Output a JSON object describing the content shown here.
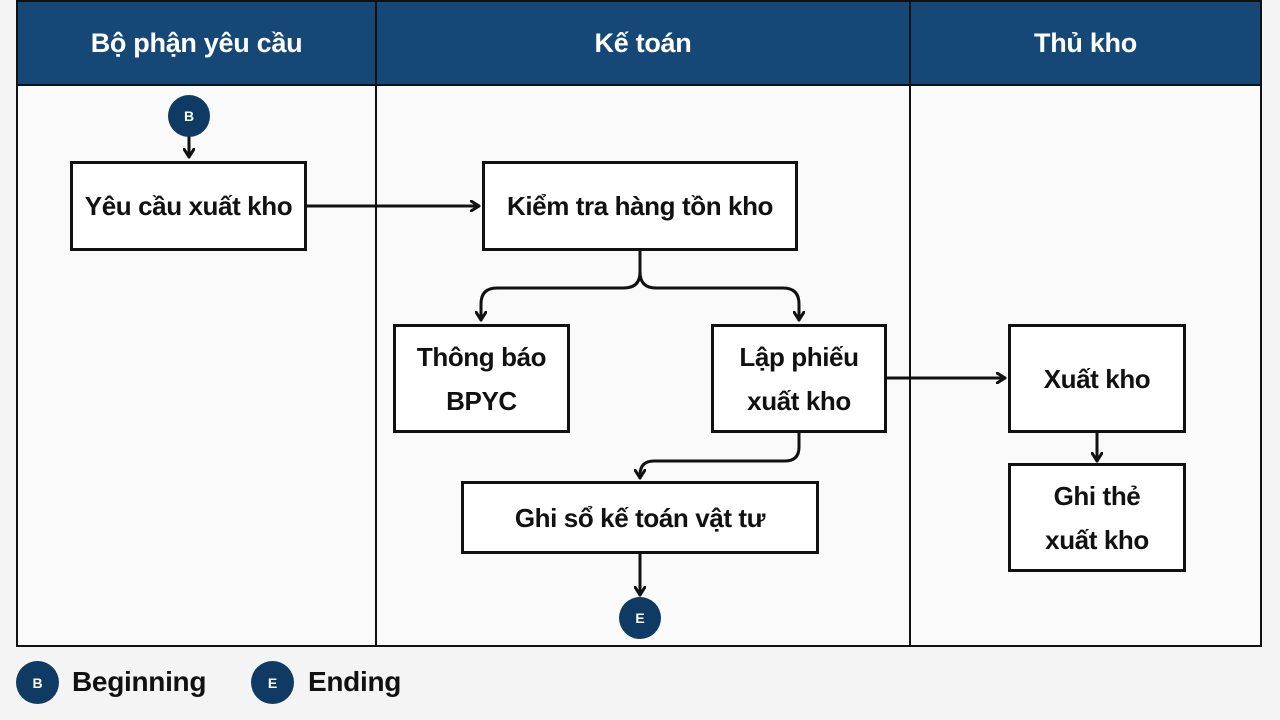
{
  "lanes": [
    {
      "title": "Bộ phận yêu cầu"
    },
    {
      "title": "Kế toán"
    },
    {
      "title": "Thủ kho"
    }
  ],
  "nodes": {
    "start": "B",
    "end": "E",
    "request_export": "Yêu cầu xuất kho",
    "check_inventory": "Kiểm tra hàng tồn kho",
    "notify_line1": "Thông báo",
    "notify_line2": "BPYC",
    "create_slip_line1": "Lập phiếu",
    "create_slip_line2": "xuất kho",
    "record_ledger": "Ghi sổ kế toán vật tư",
    "export_goods": "Xuất kho",
    "record_card_line1": "Ghi thẻ",
    "record_card_line2": "xuất kho"
  },
  "legend": [
    {
      "symbol": "B",
      "label": "Beginning"
    },
    {
      "symbol": "E",
      "label": "Ending"
    }
  ],
  "colors": {
    "header": "#164877",
    "terminal": "#0e3a63",
    "border": "#111111",
    "lane_background": "#fafafa"
  }
}
